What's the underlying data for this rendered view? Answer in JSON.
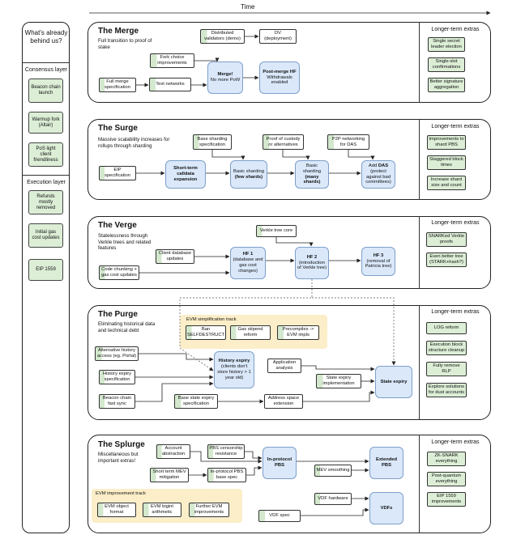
{
  "time_label": "Time",
  "sidebar": {
    "title": "What's already behind us?",
    "consensus_title": "Consensus layer",
    "consensus_items": [
      "Beacon chain launch",
      "Warmup fork (Altair)",
      "PoS light client friendliness"
    ],
    "execution_title": "Execution layer",
    "execution_items": [
      "Refunds mostly removed",
      "Initial gas cost updates",
      "EIP 1559"
    ]
  },
  "extras_title": "Longer-term extras",
  "merge": {
    "title": "The Merge",
    "desc": "Full transition to proof of stake",
    "boxes": {
      "distributed_validators": "Distributed validators (demo)",
      "dv": "DV (deployment)",
      "fork_choice": "Fork choice improvements",
      "full_merge_spec": "Full merge specification",
      "test_networks": "Test networks",
      "merge_label": "Merge!",
      "merge_sub": "No more PoW",
      "post_merge_label": "Post-merge HF",
      "post_merge_sub": "Withdrawals enabled"
    },
    "extras": [
      "Single secret leader election",
      "Single-slot confirmations",
      "Better signature aggregation"
    ]
  },
  "surge": {
    "title": "The Surge",
    "desc": "Massive scalability increases for rollups through sharding",
    "boxes": {
      "eip_spec": "EIP specification",
      "short_term": "Short-term calldata expansion",
      "base_sharding_spec": "Base sharding specification",
      "basic_sharding_few_a": "Basic sharding",
      "basic_sharding_few_b": "(few shards)",
      "proof_custody": "Proof of custody or alternatives",
      "basic_sharding_many_a": "Basic sharding",
      "basic_sharding_many_b": "(many shards)",
      "p2p_das": "P2P networking for DAS",
      "add_das_a": "Add",
      "add_das_b": "DAS",
      "add_das_c": "(protect against bad committees)"
    },
    "extras": [
      "Improvements to shard PBS",
      "Staggered block times",
      "Increase shard size and count"
    ]
  },
  "verge": {
    "title": "The Verge",
    "desc": "Statelessness through Verkle trees and related features",
    "boxes": {
      "verkle_core": "Verkle tree core",
      "client_db": "Client database updates",
      "code_chunking": "Code chunking + gas cost updates",
      "hf1_a": "HF 1",
      "hf1_b": "(database and gas cost changes)",
      "hf2_a": "HF 2",
      "hf2_b": "(introduction of Verkle tree)",
      "hf3_a": "HF 3",
      "hf3_b": "(removal of Patricia tree)"
    },
    "extras": [
      "SNARKed Verkle proofs",
      "Even better tree (STARK+hash?)"
    ]
  },
  "purge": {
    "title": "The Purge",
    "desc": "Eliminating historical data and technical debt",
    "track_title": "EVM simplification track",
    "boxes": {
      "ban_selfdestruct": "Ban SELFDESTRUCT",
      "gas_stipend": "Gas stipend reform",
      "precompiles": "Precompiles -> EVM impls",
      "alt_history": "Alternative history access (eg. Portal)",
      "history_expiry_spec": "History expiry specification",
      "history_expiry_a": "History expiry",
      "history_expiry_b": "(clients don't store history > 1 year old)",
      "application_analysis": "Application analysis",
      "state_expiry_impl": "State expiry implementation",
      "state_expiry": "State expiry",
      "beacon_fast_sync": "Beacon chain fast sync",
      "base_state_expiry": "Base state expiry specification",
      "address_space": "Address space extension"
    },
    "extras": [
      "LOG reform",
      "Execution block structure cleanup",
      "Fully remove RLP",
      "Explore solutions for dust accounts"
    ]
  },
  "splurge": {
    "title": "The Splurge",
    "desc": "Miscellaneous but important extras!",
    "track_title": "EVM improvement track",
    "boxes": {
      "account_abstraction": "Account abstraction",
      "pbs_censorship": "PBS censorship resistance",
      "in_protocol_pbs": "In-protocol PBS",
      "extended_pbs": "Extended PBS",
      "short_term_mev": "Short term MEV mitigation",
      "in_protocol_pbs_base": "In-protocol PBS base spec",
      "mev_smoothing": "MEV smoothing",
      "evm_object_format": "EVM object format",
      "evm_bigint": "EVM bigint arithmetic",
      "further_evm": "Further EVM improvements",
      "vdf_hardware": "VDF hardware",
      "vdf_spec": "VDF spec",
      "vdfs": "VDFs"
    },
    "extras": [
      "ZK-SNARK everything",
      "Post-quantum everything",
      "EIP 1559 improvements"
    ]
  }
}
